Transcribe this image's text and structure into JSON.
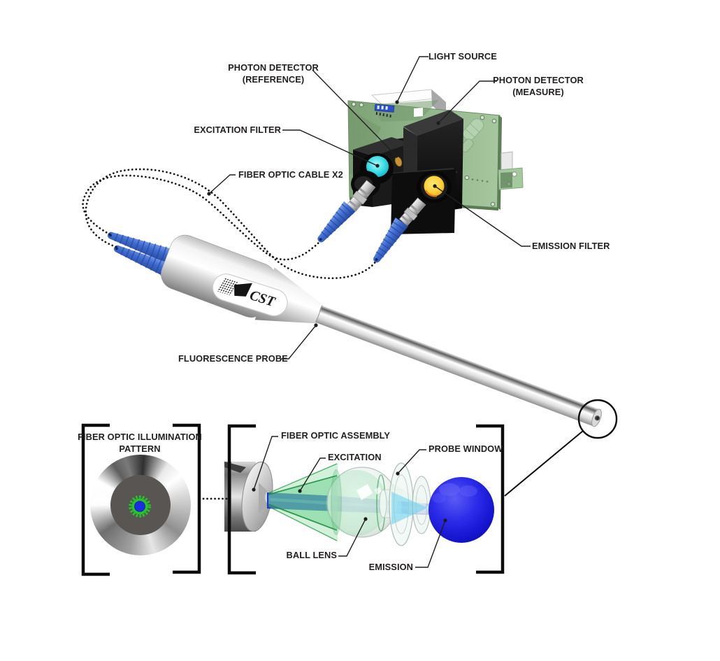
{
  "diagram": {
    "type": "technical-illustration",
    "subject": "Fluorescence probe optical system exploded diagram",
    "labels": {
      "light_source": "LIGHT SOURCE",
      "photon_detector_reference_line1": "PHOTON DETECTOR",
      "photon_detector_reference_line2": "(REFERENCE)",
      "photon_detector_measure_line1": "PHOTON DETECTOR",
      "photon_detector_measure_line2": "(MEASURE)",
      "excitation_filter": "EXCITATION FILTER",
      "fiber_optic_cable": "FIBER OPTIC CABLE X2",
      "emission_filter": "EMISSION FILTER",
      "fluorescence_probe": "FLUORESCENCE PROBE",
      "illumination_pattern_line1": "FIBER OPTIC ILLUMINATION",
      "illumination_pattern_line2": "PATTERN",
      "fiber_optic_assembly": "FIBER OPTIC ASSEMBLY",
      "excitation": "EXCITATION",
      "probe_window": "PROBE WINDOW",
      "ball_lens": "BALL LENS",
      "emission": "EMISSION"
    },
    "logo": "CST",
    "colors": {
      "pcb_green": "#93b78c",
      "excitation_filter_cyan": "#2fd9e2",
      "emission_filter_yellow": "#fdd034",
      "fiber_cable_blue": "#3f6cd1",
      "excitation_beam_green": "#5ecb82",
      "emission_sphere_blue": "#2a2ae9",
      "fiber_pattern_green": "#28c32c",
      "fiber_pattern_core_blue": "#1c2ce0",
      "metal_silver": "#c9c9c9",
      "line_black": "#1f1f1f"
    }
  }
}
